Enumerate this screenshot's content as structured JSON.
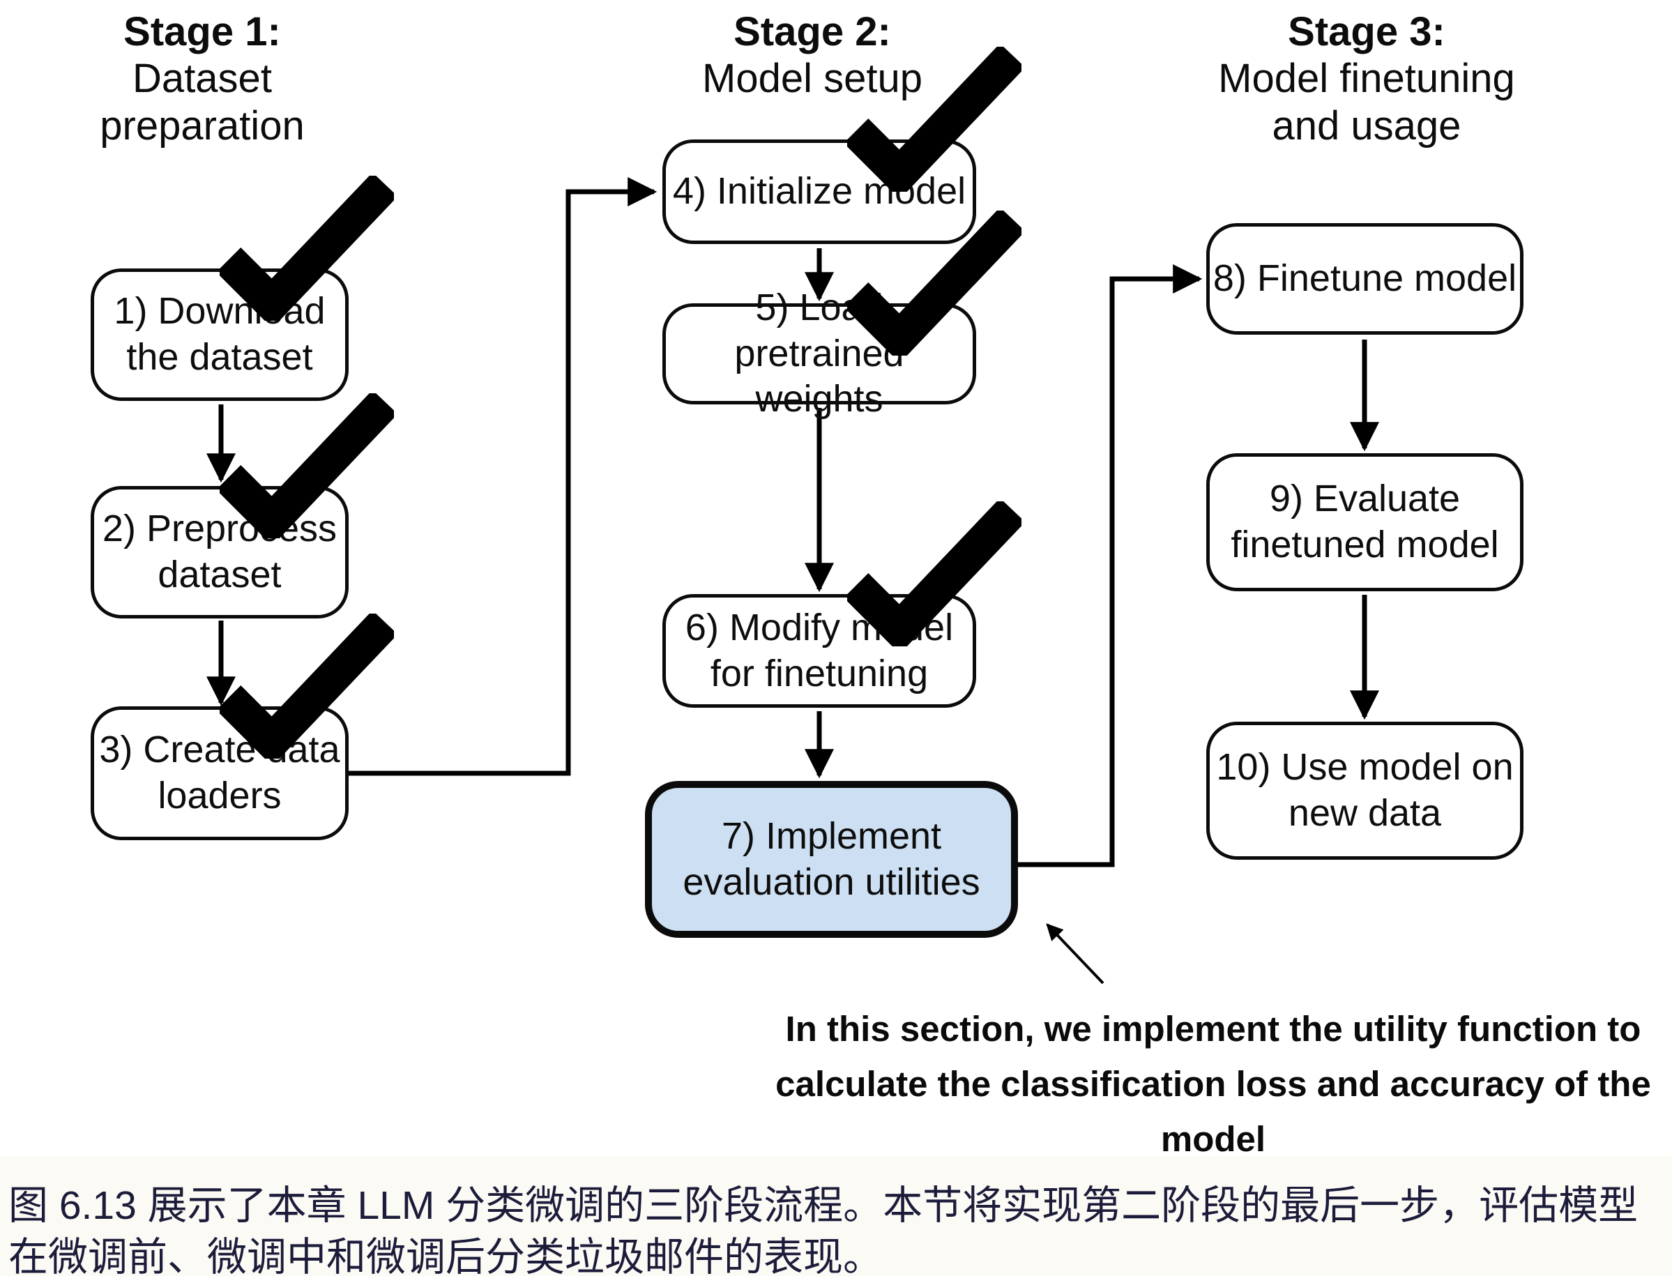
{
  "figure": {
    "stages": [
      {
        "title": "Stage 1:",
        "subtitle": "Dataset preparation",
        "boxes": [
          {
            "label": "1) Download the dataset",
            "checked": true,
            "highlighted": false
          },
          {
            "label": "2) Preprocess dataset",
            "checked": true,
            "highlighted": false
          },
          {
            "label": "3) Create data loaders",
            "checked": true,
            "highlighted": false
          }
        ]
      },
      {
        "title": "Stage 2:",
        "subtitle": "Model setup",
        "boxes": [
          {
            "label": "4) Initialize model",
            "checked": true,
            "highlighted": false
          },
          {
            "label": "5) Load pretrained weights",
            "checked": true,
            "highlighted": false
          },
          {
            "label": "6) Modify model for finetuning",
            "checked": true,
            "highlighted": false
          },
          {
            "label": "7) Implement evaluation utilities",
            "checked": false,
            "highlighted": true
          }
        ]
      },
      {
        "title": "Stage 3:",
        "subtitle": "Model finetuning and usage",
        "boxes": [
          {
            "label": "8) Finetune model",
            "checked": false,
            "highlighted": false
          },
          {
            "label": "9) Evaluate finetuned model",
            "checked": false,
            "highlighted": false
          },
          {
            "label": "10) Use model on new data",
            "checked": false,
            "highlighted": false
          }
        ]
      }
    ],
    "annotation": {
      "line1": "In this section, we implement the utility function to",
      "line2": "calculate the classification loss and accuracy of the model"
    },
    "caption": "图 6.13 展示了本章 LLM 分类微调的三阶段流程。本节将实现第二阶段的最后一步，评估模型在微调前、微调中和微调后分类垃圾邮件的表现。",
    "colors": {
      "highlight_fill": "#cddff2",
      "box_border": "#0b0b0b",
      "caption_text": "#1c1c3a",
      "arrow_color": "#000000"
    }
  }
}
